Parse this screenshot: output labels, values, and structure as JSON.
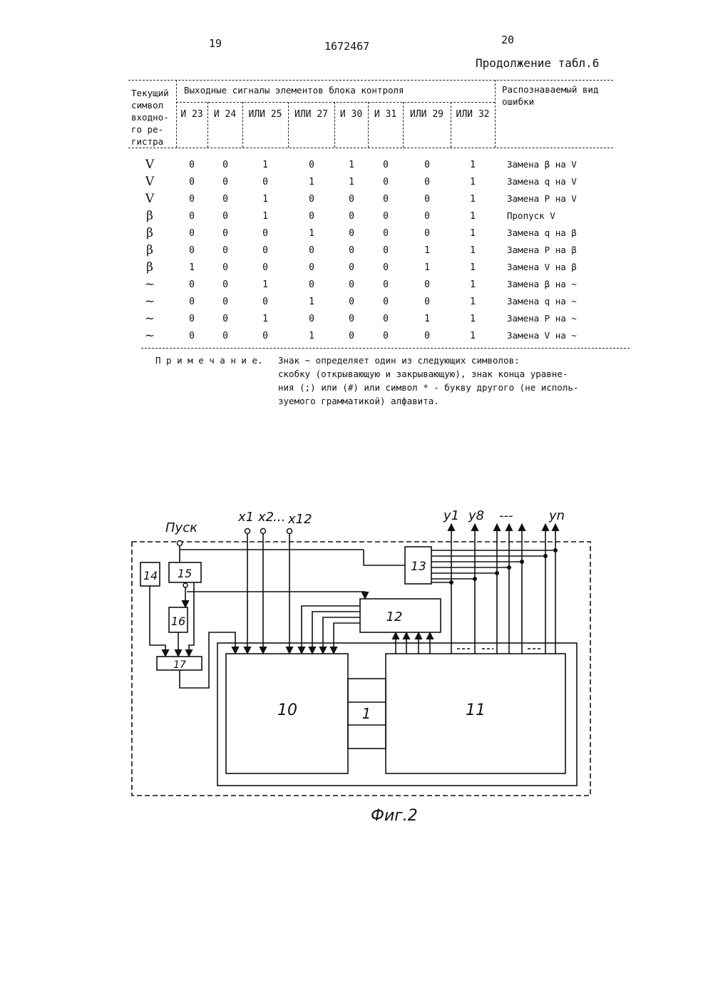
{
  "page": {
    "left_number": "19",
    "doc_number": "1672467",
    "right_number": "20",
    "table_caption": "Продолжение табл.6"
  },
  "table": {
    "col_current": "Текущий символ входно-го ре-гистра",
    "col_current_lines": [
      "Текущий",
      "символ",
      "входно-",
      "го ре-",
      "гистра"
    ],
    "group_header": "Выходные сигналы элементов блока контроля",
    "col_error": "Распознаваемый вид ошибки",
    "col_error_lines": [
      "Распознаваемый вид",
      "ошибки"
    ],
    "signal_columns": [
      "И 23",
      "И 24",
      "ИЛИ 25",
      "ИЛИ 27",
      "И 30",
      "И 31",
      "ИЛИ 29",
      "ИЛИ 32"
    ],
    "rows": [
      {
        "symbol": "V",
        "values": [
          "0",
          "0",
          "1",
          "0",
          "1",
          "0",
          "0",
          "1"
        ],
        "error": "Замена β на V"
      },
      {
        "symbol": "V",
        "values": [
          "0",
          "0",
          "0",
          "1",
          "1",
          "0",
          "0",
          "1"
        ],
        "error": "Замена q на V"
      },
      {
        "symbol": "V",
        "values": [
          "0",
          "0",
          "1",
          "0",
          "0",
          "0",
          "0",
          "1"
        ],
        "error": "Замена P на V"
      },
      {
        "symbol": "β",
        "values": [
          "0",
          "0",
          "1",
          "0",
          "0",
          "0",
          "0",
          "1"
        ],
        "error": "Пропуск V"
      },
      {
        "symbol": "β",
        "values": [
          "0",
          "0",
          "0",
          "1",
          "0",
          "0",
          "0",
          "1"
        ],
        "error": "Замена q на β"
      },
      {
        "symbol": "β",
        "values": [
          "0",
          "0",
          "0",
          "0",
          "0",
          "0",
          "1",
          "1"
        ],
        "error": "Замена P на β"
      },
      {
        "symbol": "β",
        "values": [
          "1",
          "0",
          "0",
          "0",
          "0",
          "0",
          "1",
          "1"
        ],
        "error": "Замена V на β"
      },
      {
        "symbol": "~",
        "values": [
          "0",
          "0",
          "1",
          "0",
          "0",
          "0",
          "0",
          "1"
        ],
        "error": "Замена β на ~"
      },
      {
        "symbol": "~",
        "values": [
          "0",
          "0",
          "0",
          "1",
          "0",
          "0",
          "0",
          "1"
        ],
        "error": "Замена q на ~"
      },
      {
        "symbol": "~",
        "values": [
          "0",
          "0",
          "1",
          "0",
          "0",
          "0",
          "1",
          "1"
        ],
        "error": "Замена P на ~"
      },
      {
        "symbol": "~",
        "values": [
          "0",
          "0",
          "0",
          "1",
          "0",
          "0",
          "0",
          "1"
        ],
        "error": "Замена V на ~"
      }
    ]
  },
  "note": {
    "label": "П р и м е ч а н и е.",
    "lines": [
      "Знак ~ определяет один из следующих символов:",
      "скобку (открывающую и закрывающую), знак конца уравне-",
      "ния (;) или (#) или символ * - букву другого (не исполь-",
      "зуемого грамматикой) алфавита."
    ]
  },
  "figure": {
    "caption": "Фиг.2",
    "start_label": "Пуск",
    "inputs_label": "x1 x2 ... x12",
    "x1": "x1",
    "x2": "x2",
    "dots_in": "...",
    "x12": "x12",
    "y1": "y1",
    "y8": "y8",
    "dots_out": "---",
    "yn": "yn",
    "blocks": [
      "10",
      "11",
      "12",
      "13",
      "14",
      "15",
      "16",
      "17",
      "1"
    ]
  }
}
